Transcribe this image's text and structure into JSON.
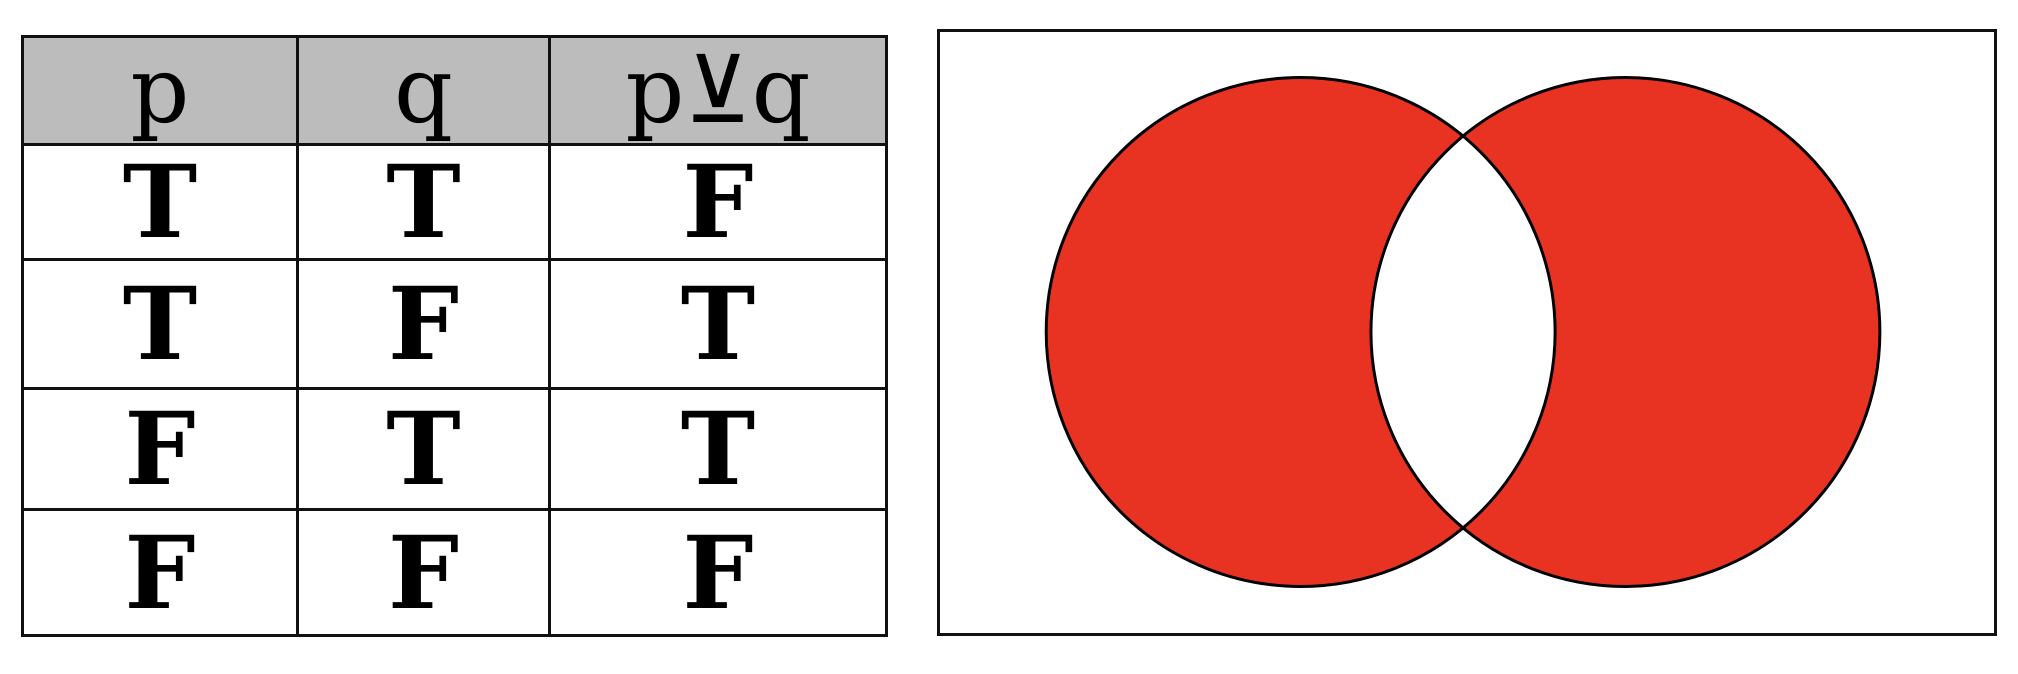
{
  "table": {
    "headers": {
      "p": "p",
      "q": "q",
      "result": "p⊻q"
    },
    "rows": [
      {
        "p": "T",
        "q": "T",
        "result": "F"
      },
      {
        "p": "T",
        "q": "F",
        "result": "T"
      },
      {
        "p": "F",
        "q": "T",
        "result": "T"
      },
      {
        "p": "F",
        "q": "F",
        "result": "F"
      }
    ]
  },
  "venn": {
    "shaded_regions": [
      "p only",
      "q only"
    ],
    "unshaded_regions": [
      "p and q"
    ],
    "fill_color": "#e83323",
    "outline_color": "#000000",
    "background_color": "#ffffff"
  }
}
